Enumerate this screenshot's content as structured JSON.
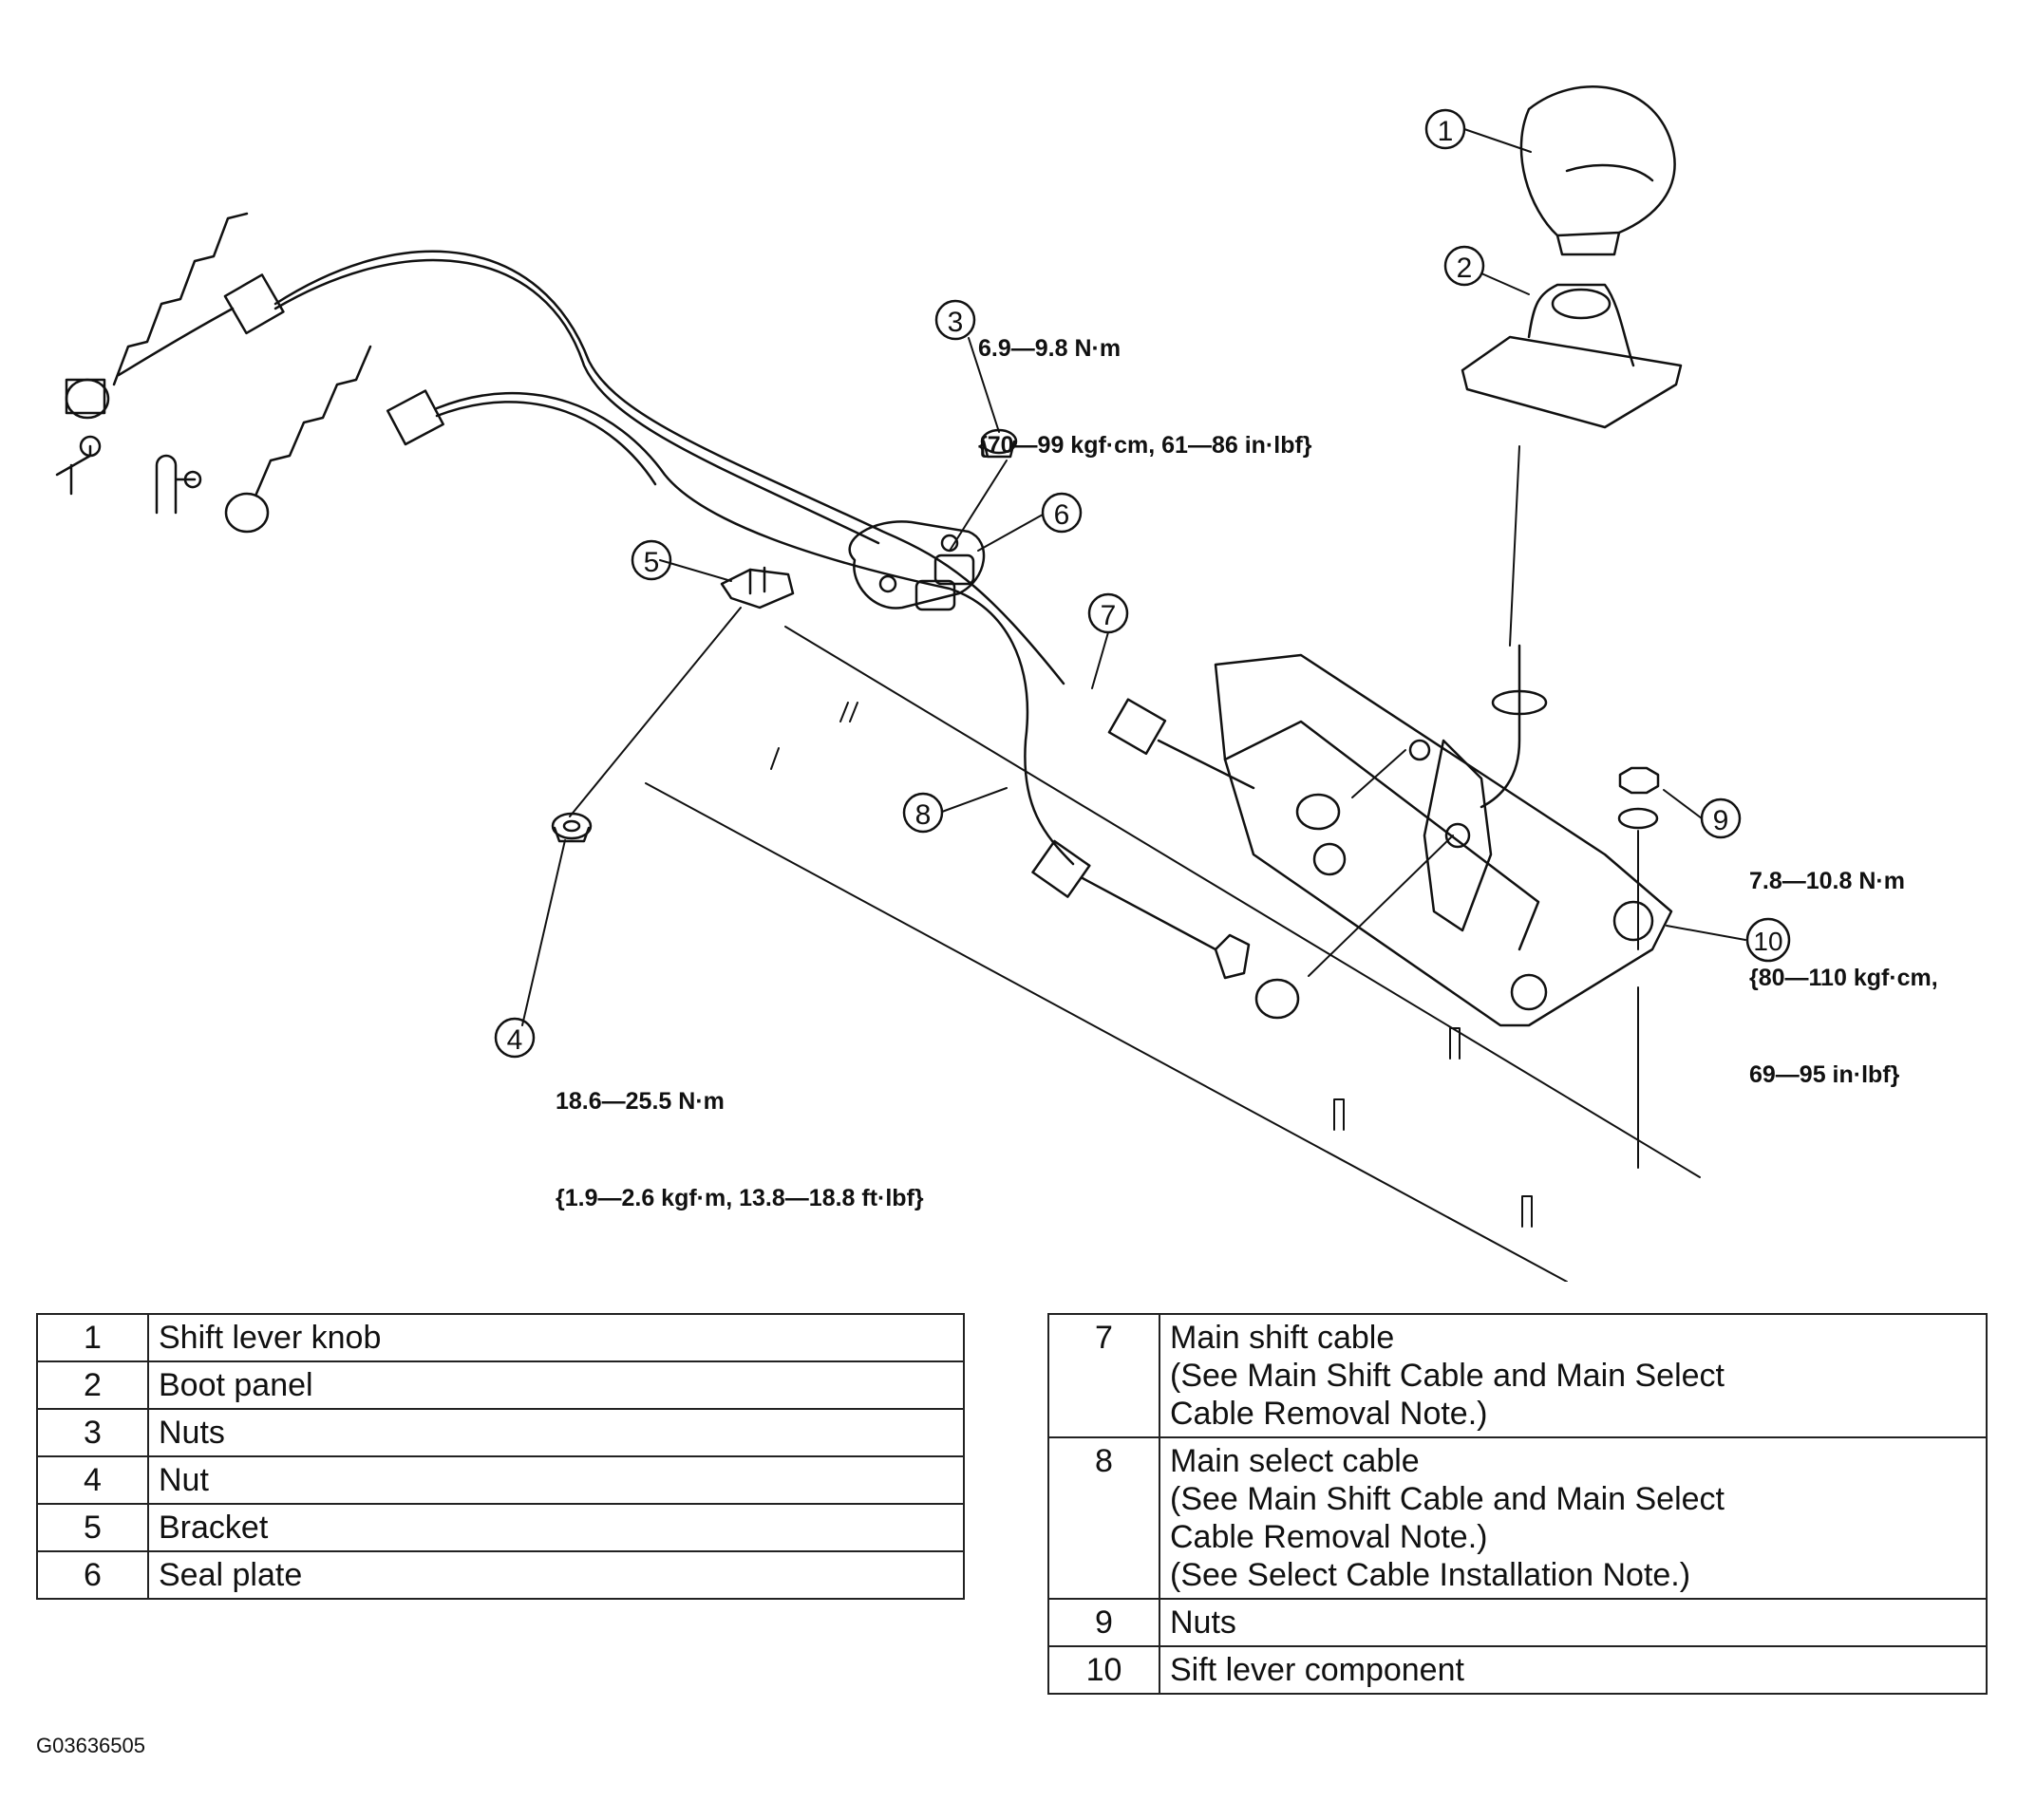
{
  "callouts": [
    "1",
    "2",
    "3",
    "4",
    "5",
    "6",
    "7",
    "8",
    "9",
    "10"
  ],
  "torque_specs": {
    "nut3": {
      "line1": "6.9—9.8 N·m",
      "line2": "{70—99 kgf·cm, 61—86 in·lbf}"
    },
    "nut4": {
      "line1": "18.6—25.5 N·m",
      "line2": "{1.9—2.6 kgf·m, 13.8—18.8 ft·lbf}"
    },
    "nut9": {
      "line1": "7.8—10.8 N·m",
      "line2": "{80—110 kgf·cm,",
      "line3": "69—95 in·lbf}"
    }
  },
  "legend_left": [
    {
      "num": "1",
      "desc": "Shift lever knob"
    },
    {
      "num": "2",
      "desc": "Boot panel"
    },
    {
      "num": "3",
      "desc": "Nuts"
    },
    {
      "num": "4",
      "desc": "Nut"
    },
    {
      "num": "5",
      "desc": "Bracket"
    },
    {
      "num": "6",
      "desc": "Seal plate"
    }
  ],
  "legend_right": [
    {
      "num": "7",
      "lines": [
        "Main shift cable",
        "(See Main Shift Cable and Main Select",
        "Cable Removal Note.)"
      ]
    },
    {
      "num": "8",
      "lines": [
        "Main select cable",
        "(See Main Shift Cable and Main Select",
        "Cable Removal Note.)",
        "(See Select Cable Installation Note.)"
      ]
    },
    {
      "num": "9",
      "lines": [
        "Nuts"
      ]
    },
    {
      "num": "10",
      "lines": [
        "Sift lever component"
      ]
    }
  ],
  "figure_code": "G03636505"
}
